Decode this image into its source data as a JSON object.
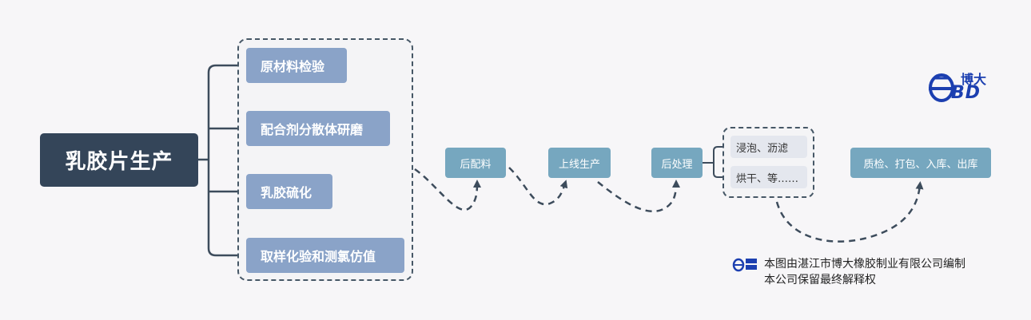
{
  "root": {
    "label": "乳胶片生产"
  },
  "branches": [
    {
      "label": "原材料检验"
    },
    {
      "label": "配合剂分散体研磨"
    },
    {
      "label": "乳胶硫化"
    },
    {
      "label": "取样化验和测氯仿值"
    }
  ],
  "steps": [
    {
      "label": "后配料"
    },
    {
      "label": "上线生产"
    },
    {
      "label": "后处理"
    }
  ],
  "post_process": [
    {
      "label": "浸泡、沥滤"
    },
    {
      "label": "烘干、等……"
    }
  ],
  "final_step": {
    "label": "质检、打包、入库、出库"
  },
  "logo": {
    "brand": "博大",
    "letters": "BD"
  },
  "note": {
    "line1": "本图由湛江市博大橡胶制业有限公司编制",
    "line2": "本公司保留最终解释权"
  },
  "colors": {
    "root": "#344559",
    "branch": "#8aa3c8",
    "step": "#76a7bf",
    "leaf": "#e4e7ee",
    "connector": "#3d4c5c",
    "logo": "#1c3fb0"
  }
}
